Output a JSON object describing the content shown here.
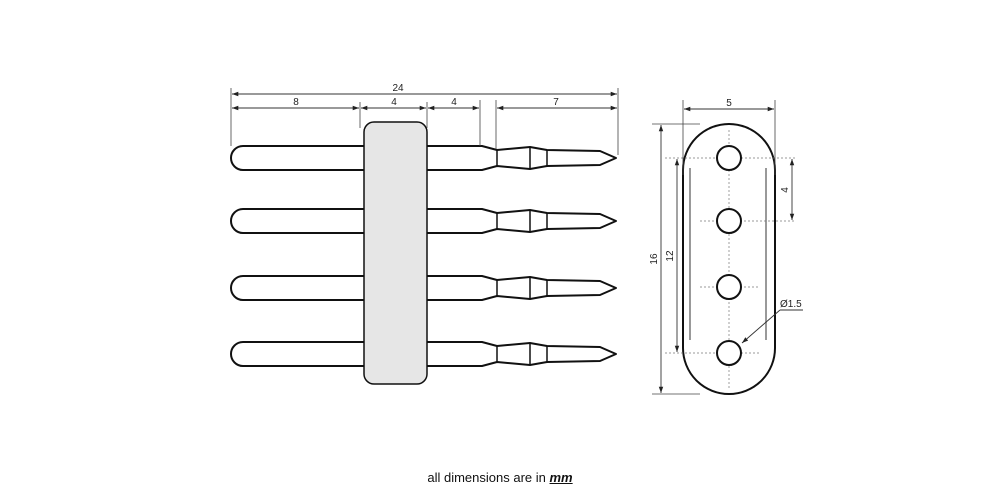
{
  "side_view": {
    "dimensions": {
      "overall": "24",
      "pin_tail": "8",
      "housing": "4",
      "gap": "4",
      "tip": "7"
    }
  },
  "end_view": {
    "dimensions": {
      "width": "5",
      "height": "16",
      "hole_span": "12",
      "pitch": "4",
      "hole_diameter": "Ø1.5"
    }
  },
  "footer": {
    "text": "all dimensions are in",
    "unit": "mm"
  },
  "colors": {
    "line": "#111111",
    "housing_fill": "#e6e6e6",
    "dimension_line": "#333333"
  }
}
